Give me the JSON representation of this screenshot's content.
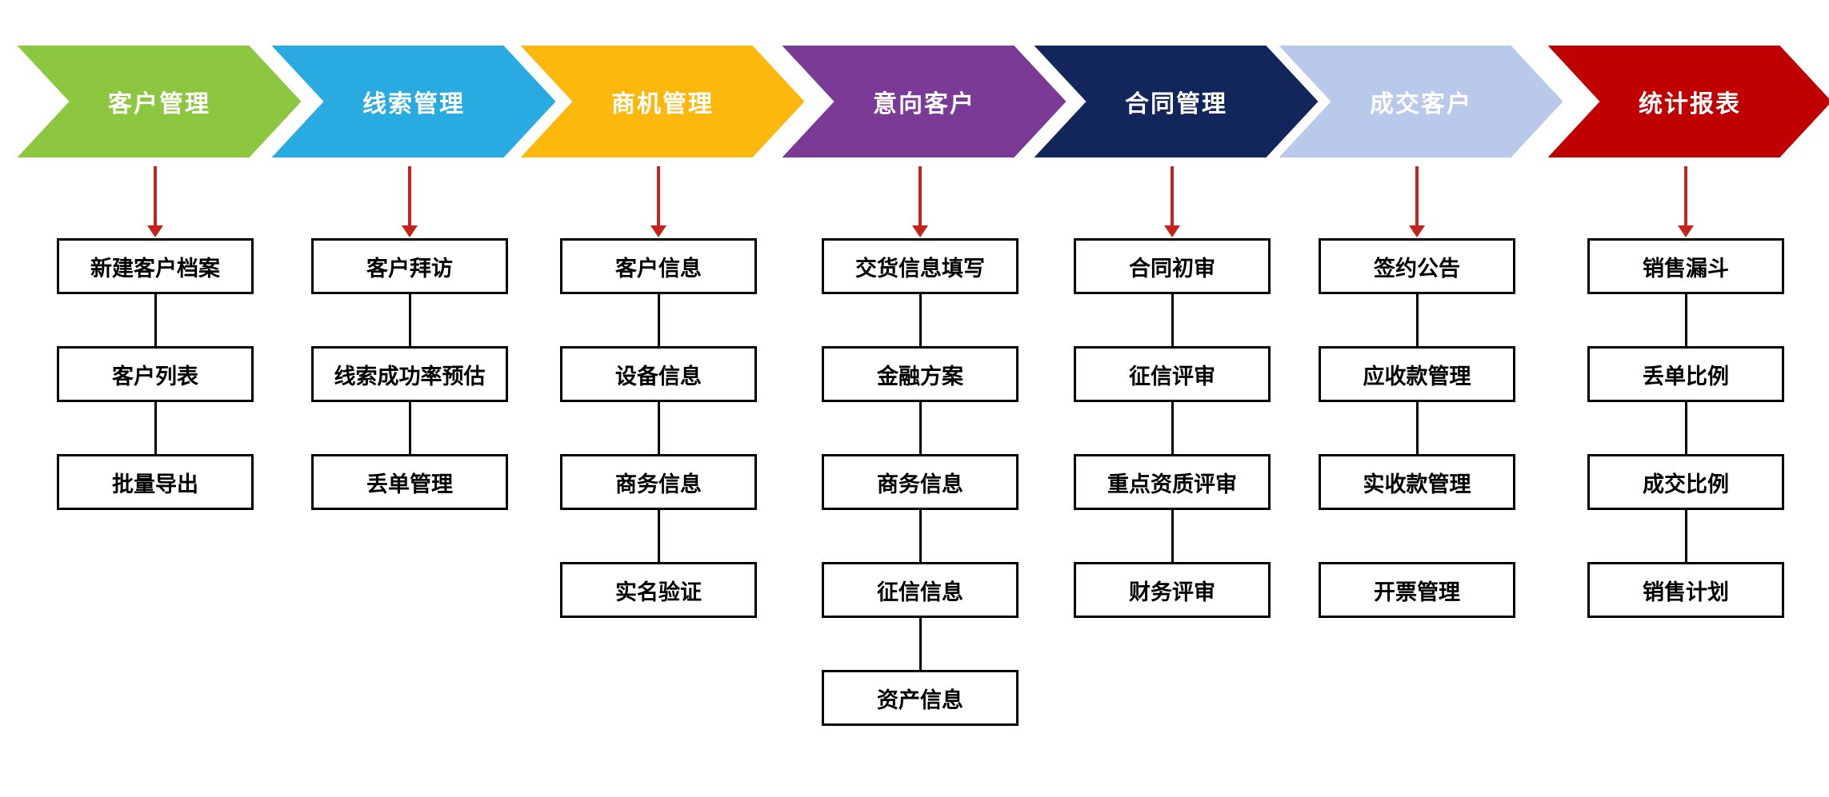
{
  "diagram": {
    "type": "process-flow",
    "chevron_text_color": "#FFFFFF",
    "box_border_color": "#000000",
    "box_fill_color": "#FFFFFF",
    "flow_arrow_color": "#C7231C",
    "columns": [
      {
        "title": "客户管理",
        "color": "#8DC63F",
        "boxes": [
          "新建客户档案",
          "客户列表",
          "批量导出"
        ],
        "connected": [
          true,
          true
        ]
      },
      {
        "title": "线索管理",
        "color": "#29ABE2",
        "boxes": [
          "客户拜访",
          "线索成功率预估",
          "丢单管理"
        ],
        "connected": [
          true,
          true
        ]
      },
      {
        "title": "商机管理",
        "color": "#FDB80E",
        "boxes": [
          "客户信息",
          "设备信息",
          "商务信息",
          "实名验证"
        ],
        "connected": [
          true,
          true,
          true
        ]
      },
      {
        "title": "意向客户",
        "color": "#7C3A97",
        "boxes": [
          "交货信息填写",
          "金融方案",
          "商务信息",
          "征信信息",
          "资产信息"
        ],
        "connected": [
          true,
          true,
          true,
          true
        ]
      },
      {
        "title": "合同管理",
        "color": "#12265B",
        "boxes": [
          "合同初审",
          "征信评审",
          "重点资质评审",
          "财务评审"
        ],
        "connected": [
          true,
          true,
          true
        ]
      },
      {
        "title": "成交客户",
        "color": "#B9C9EA",
        "boxes": [
          "签约公告",
          "应收款管理",
          "实收款管理",
          "开票管理"
        ],
        "connected": [
          true,
          true,
          false
        ]
      },
      {
        "title": "统计报表",
        "color": "#C00000",
        "boxes": [
          "销售漏斗",
          "丢单比例",
          "成交比例",
          "销售计划"
        ],
        "connected": [
          true,
          true,
          true
        ]
      }
    ]
  }
}
